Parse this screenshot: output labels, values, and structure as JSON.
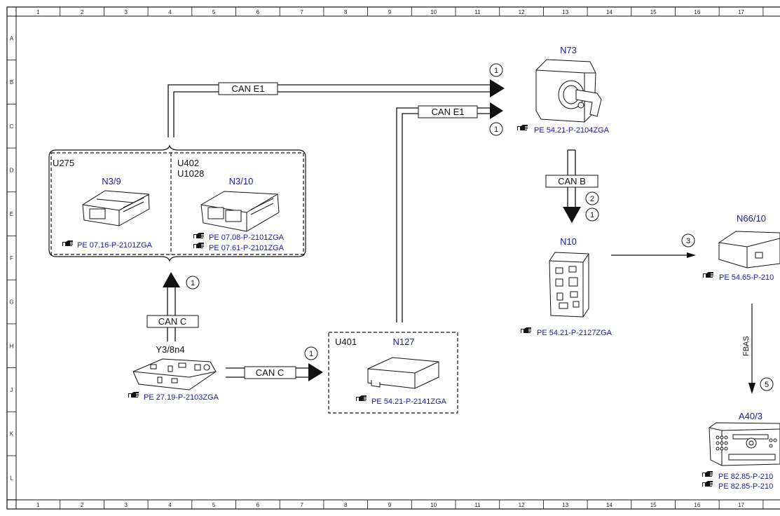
{
  "grid": {
    "columns": [
      "1",
      "2",
      "3",
      "4",
      "5",
      "6",
      "7",
      "8",
      "9",
      "10",
      "11",
      "12",
      "13",
      "14",
      "15",
      "16",
      "17"
    ],
    "rows": [
      "A",
      "B",
      "C",
      "D",
      "E",
      "F",
      "G",
      "H",
      "J",
      "K",
      "L"
    ]
  },
  "groups": {
    "left_group_label": "U275",
    "right_group_label_1": "U402",
    "right_group_label_2": "U1028",
    "n127_group_label": "U401"
  },
  "components": {
    "n3_9": {
      "name": "N3/9",
      "ref": "PE 07.16-P-2101ZGA"
    },
    "n3_10": {
      "name": "N3/10",
      "ref_1": "PE 07.08-P-2101ZGA",
      "ref_2": "PE 07.61-P-2101ZGA"
    },
    "y3_8n4": {
      "name": "Y3/8n4",
      "ref": "PE 27.19-P-2103ZGA"
    },
    "n127": {
      "name": "N127",
      "ref": "PE 54.21-P-2141ZGA"
    },
    "n73": {
      "name": "N73",
      "ref": "PE 54.21-P-2104ZGA"
    },
    "n10": {
      "name": "N10",
      "ref": "PE 54.21-P-2127ZGA"
    },
    "n66_10": {
      "name": "N66/10",
      "ref": "PE 54.65-P-210"
    },
    "a40_3": {
      "name": "A40/3",
      "ref_1": "PE 82.85-P-210",
      "ref_2": "PE 82.85-P-210"
    }
  },
  "buses": {
    "can_e1_top": "CAN E1",
    "can_e1_lower": "CAN E1",
    "can_c_vertical": "CAN C",
    "can_c_horizontal": "CAN C",
    "can_b": "CAN B",
    "fbas": "FBAS"
  },
  "markers": {
    "m_can_e1_top": "1",
    "m_can_e1_lower": "1",
    "m_can_c_up": "1",
    "m_can_c_right": "1",
    "m_can_b_2": "2",
    "m_can_b_1": "1",
    "m_n10_to_n66": "3",
    "m_fbas": "5"
  },
  "colors": {
    "component_label": "#1a1aa0",
    "line": "#111111"
  },
  "icons": {
    "reference": "pointing-hand-icon"
  }
}
